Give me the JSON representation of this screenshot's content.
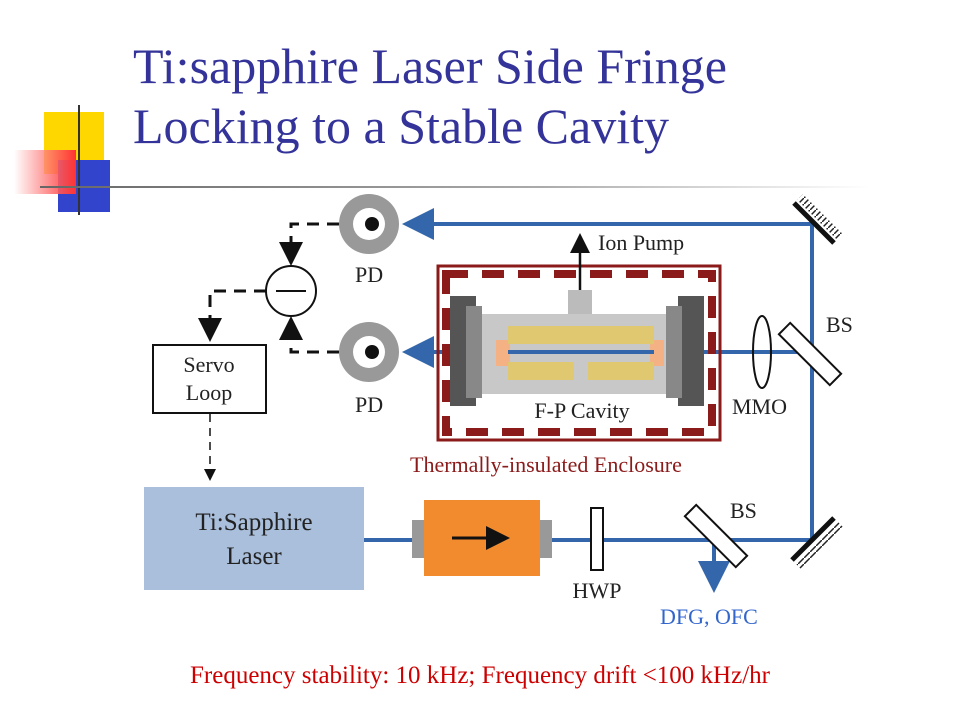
{
  "slide": {
    "title_line1": "Ti:sapphire Laser Side Fringe",
    "title_line2": "Locking to a Stable Cavity",
    "caption": "Frequency stability: 10 kHz; Frequency drift <100 kHz/hr"
  },
  "diagram": {
    "pd_top": "PD",
    "pd_bottom": "PD",
    "ion_pump": "Ion Pump",
    "servo_line1": "Servo",
    "servo_line2": "Loop",
    "cavity": "F-P Cavity",
    "enclosure": "Thermally-insulated Enclosure",
    "mmo": "MMO",
    "bs_top": "BS",
    "bs_bottom": "BS",
    "laser_line1": "Ti:Sapphire",
    "laser_line2": "Laser",
    "hwp": "HWP",
    "output": "DFG, OFC"
  },
  "colors": {
    "title": "#333399",
    "beam": "#3366aa",
    "caption": "#cc0000",
    "enclosure": "#8b1a1a",
    "isolator": "#f28a2e",
    "laser_box": "#a9bfdc",
    "output_label": "#3366cc"
  }
}
